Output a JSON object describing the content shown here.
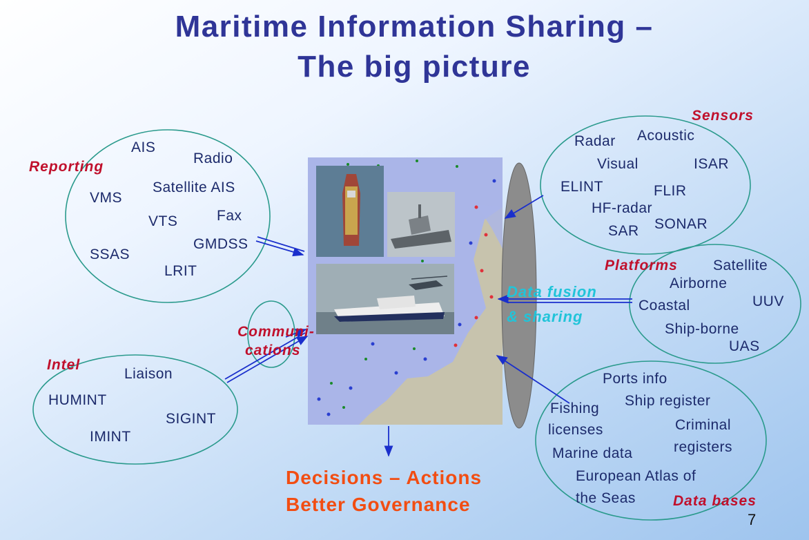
{
  "title": {
    "line1": "Maritime Information Sharing –",
    "line2": "The big picture"
  },
  "reporting": {
    "category": "Reporting",
    "items": [
      "AIS",
      "Radio",
      "Satellite AIS",
      "VMS",
      "Fax",
      "VTS",
      "GMDSS",
      "SSAS",
      "LRIT"
    ]
  },
  "sensors": {
    "category": "Sensors",
    "items": [
      "Radar",
      "Acoustic",
      "Visual",
      "ISAR",
      "ELINT",
      "FLIR",
      "HF-radar",
      "SAR",
      "SONAR"
    ]
  },
  "platforms": {
    "category": "Platforms",
    "items": [
      "Satellite",
      "Airborne",
      "Coastal",
      "UUV",
      "Ship-borne",
      "UAS"
    ]
  },
  "communications": {
    "category_line1": "Communi-",
    "category_line2": "cations"
  },
  "intel": {
    "category": "Intel",
    "items": [
      "Liaison",
      "HUMINT",
      "SIGINT",
      "IMINT"
    ]
  },
  "databases": {
    "category": "Data bases",
    "items": [
      "Ports info",
      "Ship register",
      "Fishing",
      "licenses",
      "Criminal",
      "registers",
      "Marine data",
      "European Atlas of",
      "the Seas"
    ]
  },
  "fusion": {
    "line1": "Data fusion",
    "line2": "& sharing"
  },
  "outcome": {
    "line1": "Decisions – Actions",
    "line2": "Better Governance"
  },
  "page_number": "7",
  "colors": {
    "title": "#2f3597",
    "category": "#c0102c",
    "fusion": "#21c4d9",
    "outcome": "#f24d12",
    "arrow": "#1a2fcc",
    "ellipse": "#2a9a8c",
    "hub": "#8c8c8c"
  }
}
